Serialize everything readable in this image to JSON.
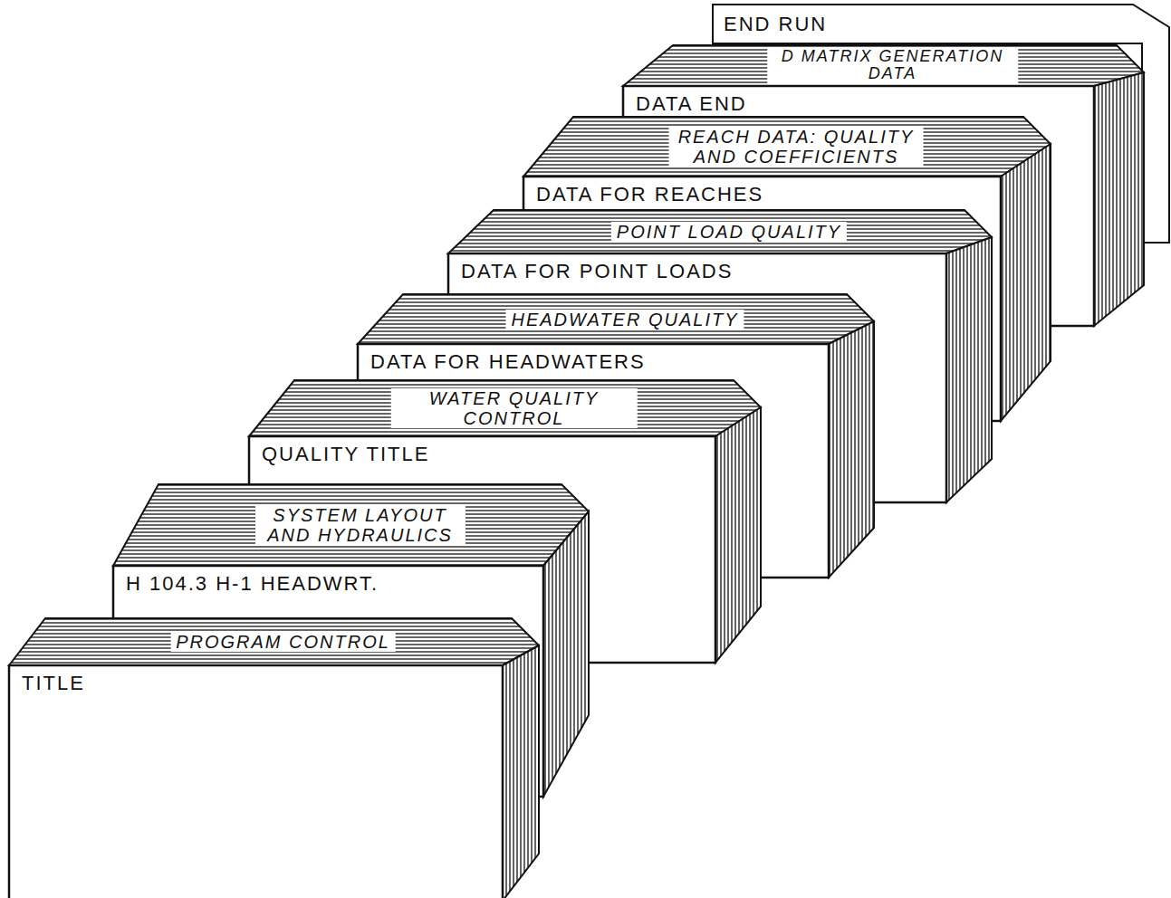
{
  "diagram": {
    "nodes": [
      {
        "text": [
          "PROGRAM CONTROL",
          "TITLE"
        ]
      },
      {
        "text": [
          "SYSTEM LAYOUT AND HYDRAULICS",
          "H 104.3 H-1 HEADWRT."
        ]
      },
      {
        "text": [
          "WATER QUALITY CONTROL",
          "QUALITY TITLE"
        ]
      },
      {
        "text": [
          "HEADWATER QUALITY",
          "DATA FOR HEADWATERS"
        ]
      },
      {
        "text": [
          "POINT LOAD QUALITY",
          "DATA FOR POINT LOADS"
        ]
      },
      {
        "text": [
          "REACH DATA: QUALITY AND COEFFICIENTS",
          "DATA FOR REACHES"
        ]
      },
      {
        "text": [
          "D MATRIX GENERATION DATA",
          "DATA END"
        ]
      },
      {
        "text": [
          "END RUN"
        ]
      }
    ]
  }
}
